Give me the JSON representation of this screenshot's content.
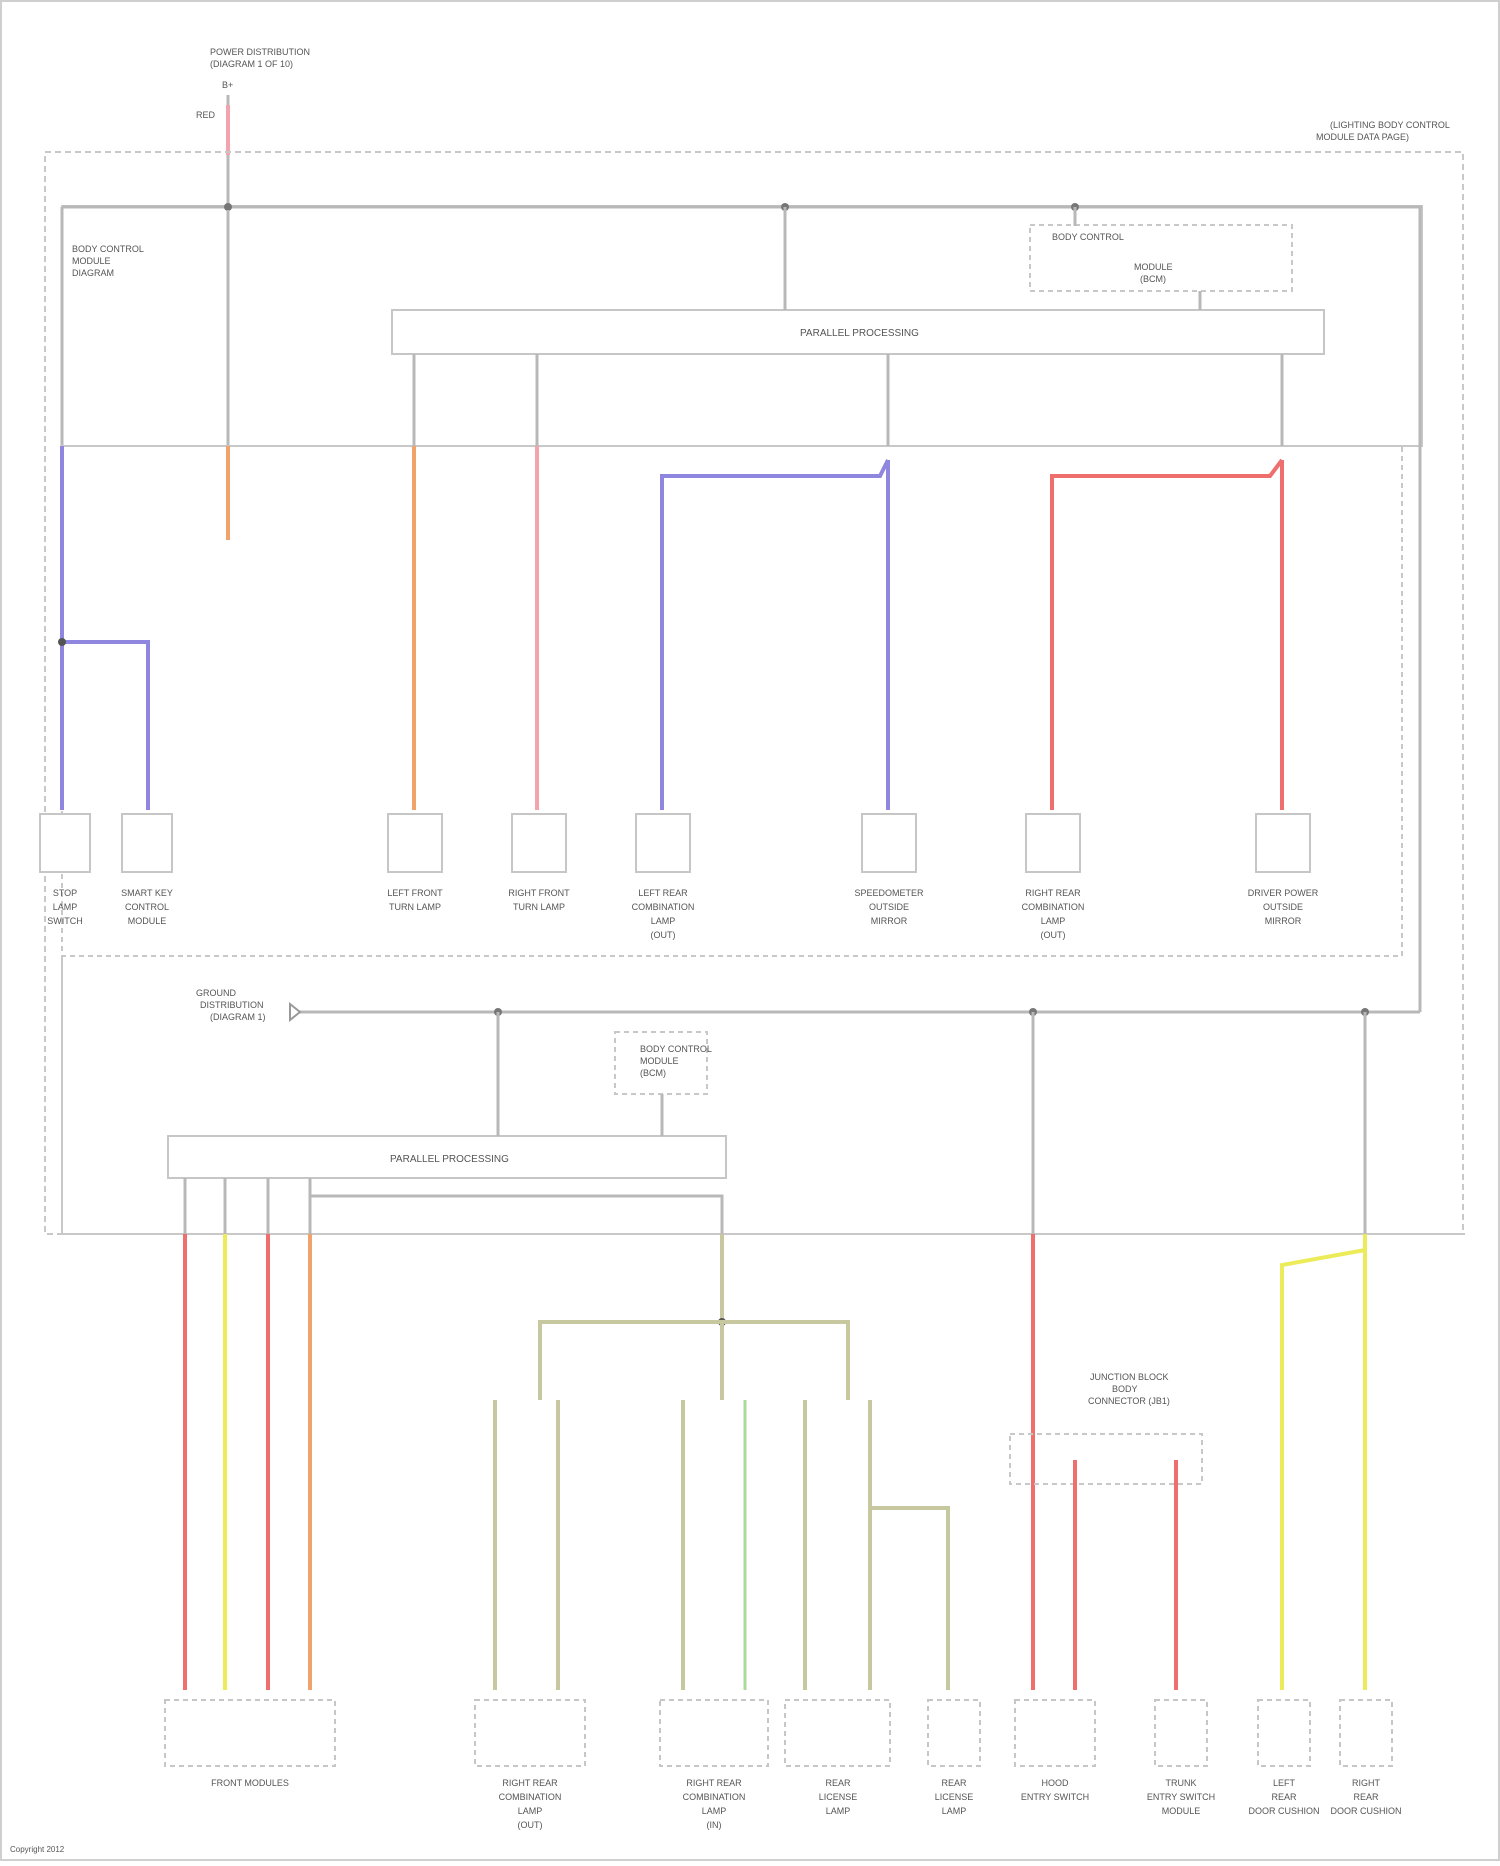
{
  "diagram": {
    "top_source": {
      "label": "POWER DISTRIBUTION",
      "sub": "(DIAGRAM 1 OF 10)"
    },
    "top_wire_label": "RED",
    "module_note": [
      "(LIGHTING BODY CONTROL",
      "MODULE DATA PAGE)"
    ],
    "bus_upper_label": "PARALLEL PROCESSING",
    "bus_lower_label": "PARALLEL PROCESSING",
    "upper_left_note": [
      "BODY CONTROL",
      "MODULE",
      "DIAGRAM"
    ],
    "upper_right_box": [
      "BODY CONTROL",
      "MODULE",
      "(BCM)"
    ],
    "lower_box": [
      "BODY CONTROL",
      "MODULE",
      "(BCM)"
    ],
    "ground_label": [
      "GROUND",
      "DISTRIBUTION",
      "(DIAGRAM 1)"
    ],
    "footer": "Copyright 2012",
    "upper_components": [
      {
        "name": [
          "STOP",
          "LAMP",
          "SWITCH"
        ],
        "wire": "BLU"
      },
      {
        "name": [
          "SMART KEY",
          "CONTROL",
          "MODULE"
        ],
        "wire": "BLU"
      },
      {
        "name": [
          "LEFT FRONT",
          "TURN LAMP"
        ],
        "wire": "ORG/BRN"
      },
      {
        "name": [
          "RIGHT FRONT",
          "TURN LAMP"
        ],
        "wire": "PNK"
      },
      {
        "name": [
          "LEFT REAR",
          "COMBINATION",
          "LAMP",
          "(OUT)"
        ],
        "wire": "BLU"
      },
      {
        "name": [
          "SPEEDOMETER",
          "OUTSIDE",
          "MIRROR"
        ],
        "wire": "BLU"
      },
      {
        "name": [
          "RIGHT REAR",
          "COMBINATION",
          "LAMP",
          "(OUT)"
        ],
        "wire": "RED"
      },
      {
        "name": [
          "DRIVER POWER",
          "OUTSIDE",
          "MIRROR"
        ],
        "wire": "RED"
      }
    ],
    "lower_components": [
      {
        "name": [
          "FRONT MODULES"
        ]
      },
      {
        "name": [
          "RIGHT REAR",
          "COMBINATION",
          "LAMP",
          "(OUT)"
        ]
      },
      {
        "name": [
          "RIGHT REAR",
          "COMBINATION",
          "LAMP",
          "(IN)"
        ]
      },
      {
        "name": [
          "REAR",
          "LICENSE",
          "LAMP"
        ]
      },
      {
        "name": [
          "REAR",
          "LICENSE",
          "LAMP"
        ]
      },
      {
        "name": [
          "HOOD",
          "ENTRY SWITCH"
        ]
      },
      {
        "name": [
          "TRUNK",
          "ENTRY SWITCH",
          "MODULE"
        ]
      },
      {
        "name": [
          "LEFT",
          "REAR",
          "DOOR CUSHION"
        ]
      },
      {
        "name": [
          "RIGHT",
          "REAR",
          "DOOR CUSHION"
        ]
      }
    ],
    "connector_note": [
      "JUNCTION BLOCK",
      "BODY",
      "CONNECTOR (JB1)"
    ],
    "colors": {
      "wire_blue": "#8f86e0",
      "wire_orange": "#f0a36a",
      "wire_pink": "#f3a3ae",
      "wire_red": "#ef6f6f",
      "wire_yellow": "#ecec5a",
      "wire_olive": "#c8c8a0",
      "wire_green": "#a9d99b",
      "wire_gray": "#b8b8b8",
      "box_border": "#c6c6c6"
    }
  }
}
